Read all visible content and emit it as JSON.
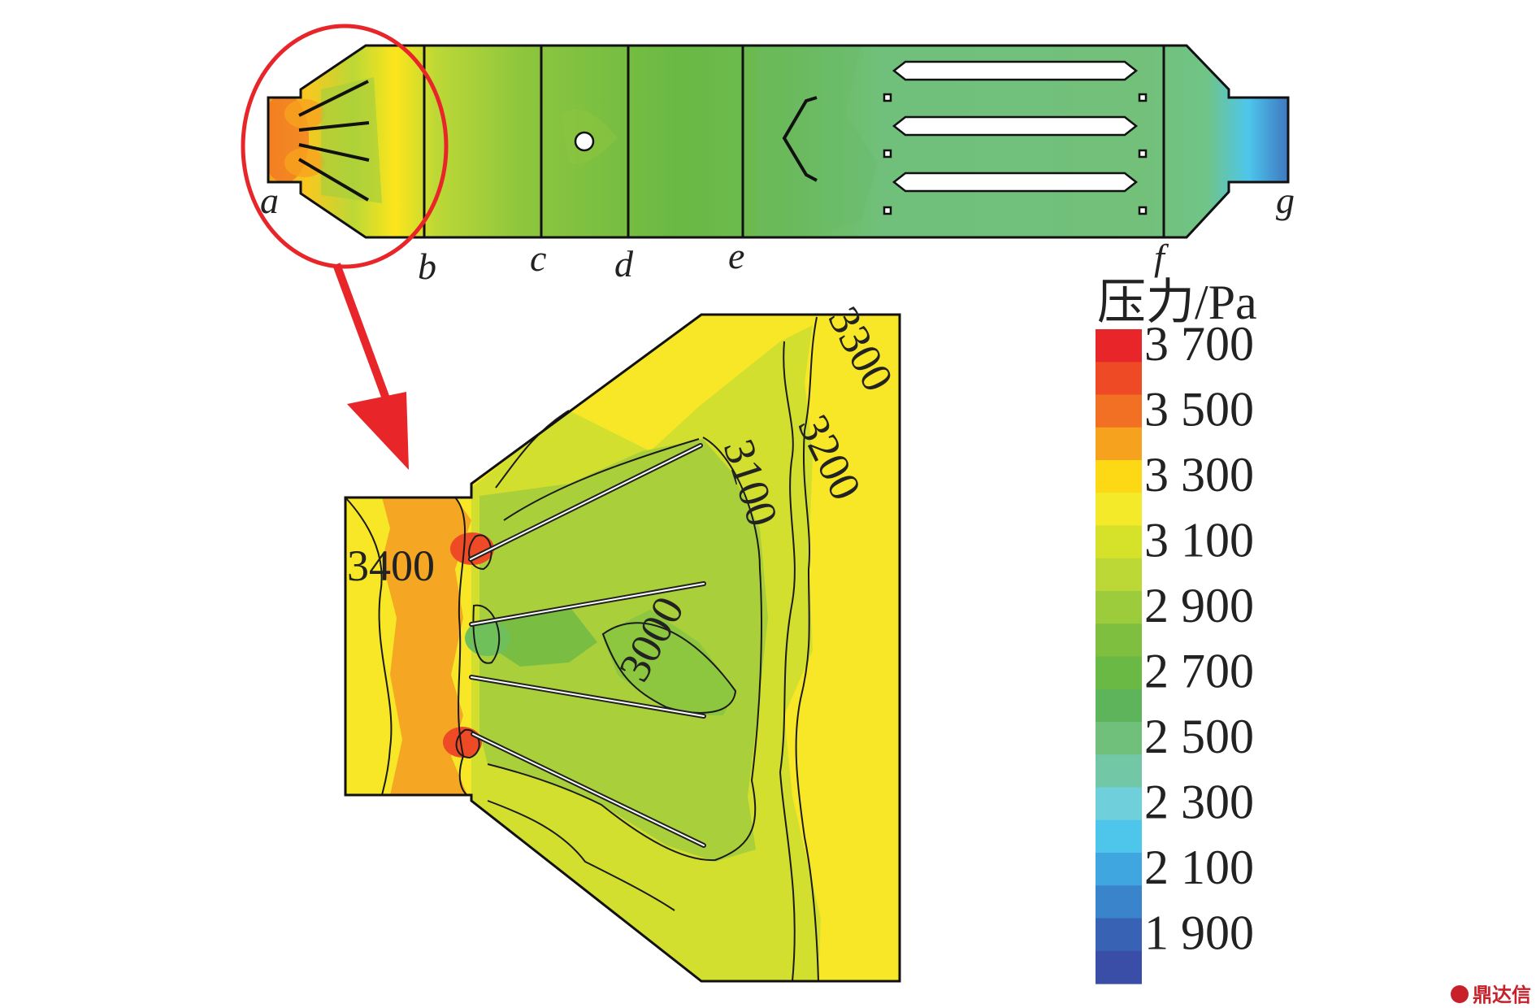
{
  "section_labels": [
    "a",
    "b",
    "c",
    "d",
    "e",
    "f",
    "g"
  ],
  "legend": {
    "title": "压力/Pa",
    "levels": [
      "3 700",
      "3 500",
      "3 300",
      "3 100",
      "2 900",
      "2 700",
      "2 500",
      "2 300",
      "2 100",
      "1 900"
    ],
    "colors": [
      "#e8262a",
      "#ee4a25",
      "#f27024",
      "#f7a21e",
      "#fdd815",
      "#f4ea2a",
      "#d6e12a",
      "#bcd836",
      "#9ccb3b",
      "#7ebf40",
      "#6ab944",
      "#5eb45a",
      "#70c07c",
      "#72c8a6",
      "#6fd0dc",
      "#4ec6ec",
      "#3fa6df",
      "#3a84cc",
      "#3863b4",
      "#3a4ea8"
    ]
  },
  "contour_labels": {
    "c3400": "3400",
    "c3300": "3300",
    "c3100": "3100",
    "c3200": "3200",
    "c3000": "3000"
  },
  "colors": {
    "callout": "#e8262a",
    "outline": "#111111"
  },
  "watermark": "鼎达信"
}
